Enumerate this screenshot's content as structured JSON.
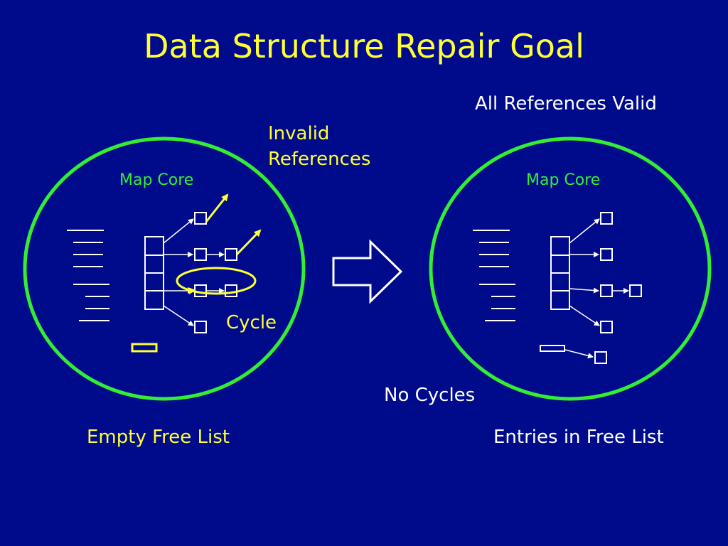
{
  "slide": {
    "title": "Data Structure Repair Goal"
  },
  "left_panel": {
    "core_label": "Map Core",
    "invalid_refs_line1": "Invalid",
    "invalid_refs_line2": "References",
    "cycle_label": "Cycle",
    "free_list_label": "Empty Free List"
  },
  "right_panel": {
    "core_label": "Map Core",
    "valid_refs_label": "All References Valid",
    "no_cycles_label": "No Cycles",
    "free_list_label": "Entries in Free List"
  },
  "colors": {
    "background": "#000b8c",
    "title": "#ffff33",
    "circle": "#33ee33",
    "node": "#ffffff",
    "highlight": "#ffff33"
  },
  "icons": {
    "transition_arrow": "right-arrow-outline"
  }
}
